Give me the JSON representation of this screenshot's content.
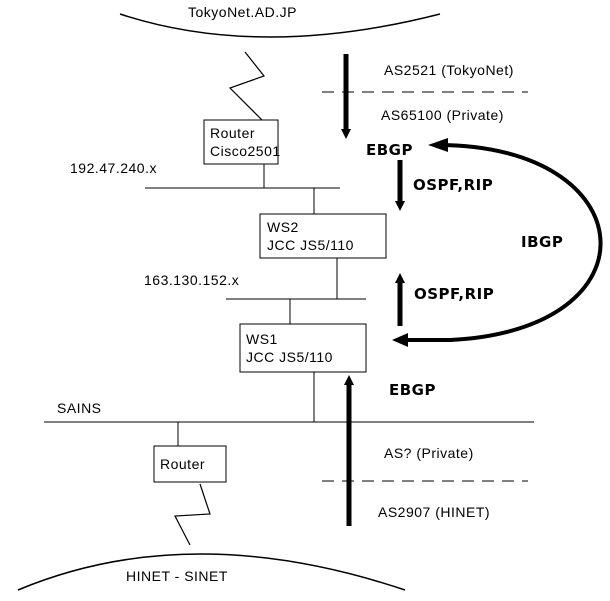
{
  "clouds": {
    "top": "TokyoNet.AD.JP",
    "bottom": "HINET - SINET"
  },
  "nodes": {
    "router_top": [
      "Router",
      "Cisco2501"
    ],
    "ws2": [
      "WS2",
      "JCC JS5/110"
    ],
    "ws1": [
      "WS1",
      "JCC JS5/110"
    ],
    "router_bottom": [
      "Router"
    ]
  },
  "networks": {
    "net_top": "192.47.240.x",
    "net_mid": "163.130.152.x",
    "sains": "SAINS"
  },
  "as_labels": {
    "as2521": "AS2521 (TokyoNet)",
    "as65100": "AS65100 (Private)",
    "as_unknown": "AS? (Private)",
    "as2907": "AS2907 (HINET)"
  },
  "protocols": {
    "ebgp_top": "EBGP",
    "ospf_rip_top": "OSPF,RIP",
    "ibgp": "IBGP",
    "ospf_rip_bottom": "OSPF,RIP",
    "ebgp_bottom": "EBGP"
  }
}
